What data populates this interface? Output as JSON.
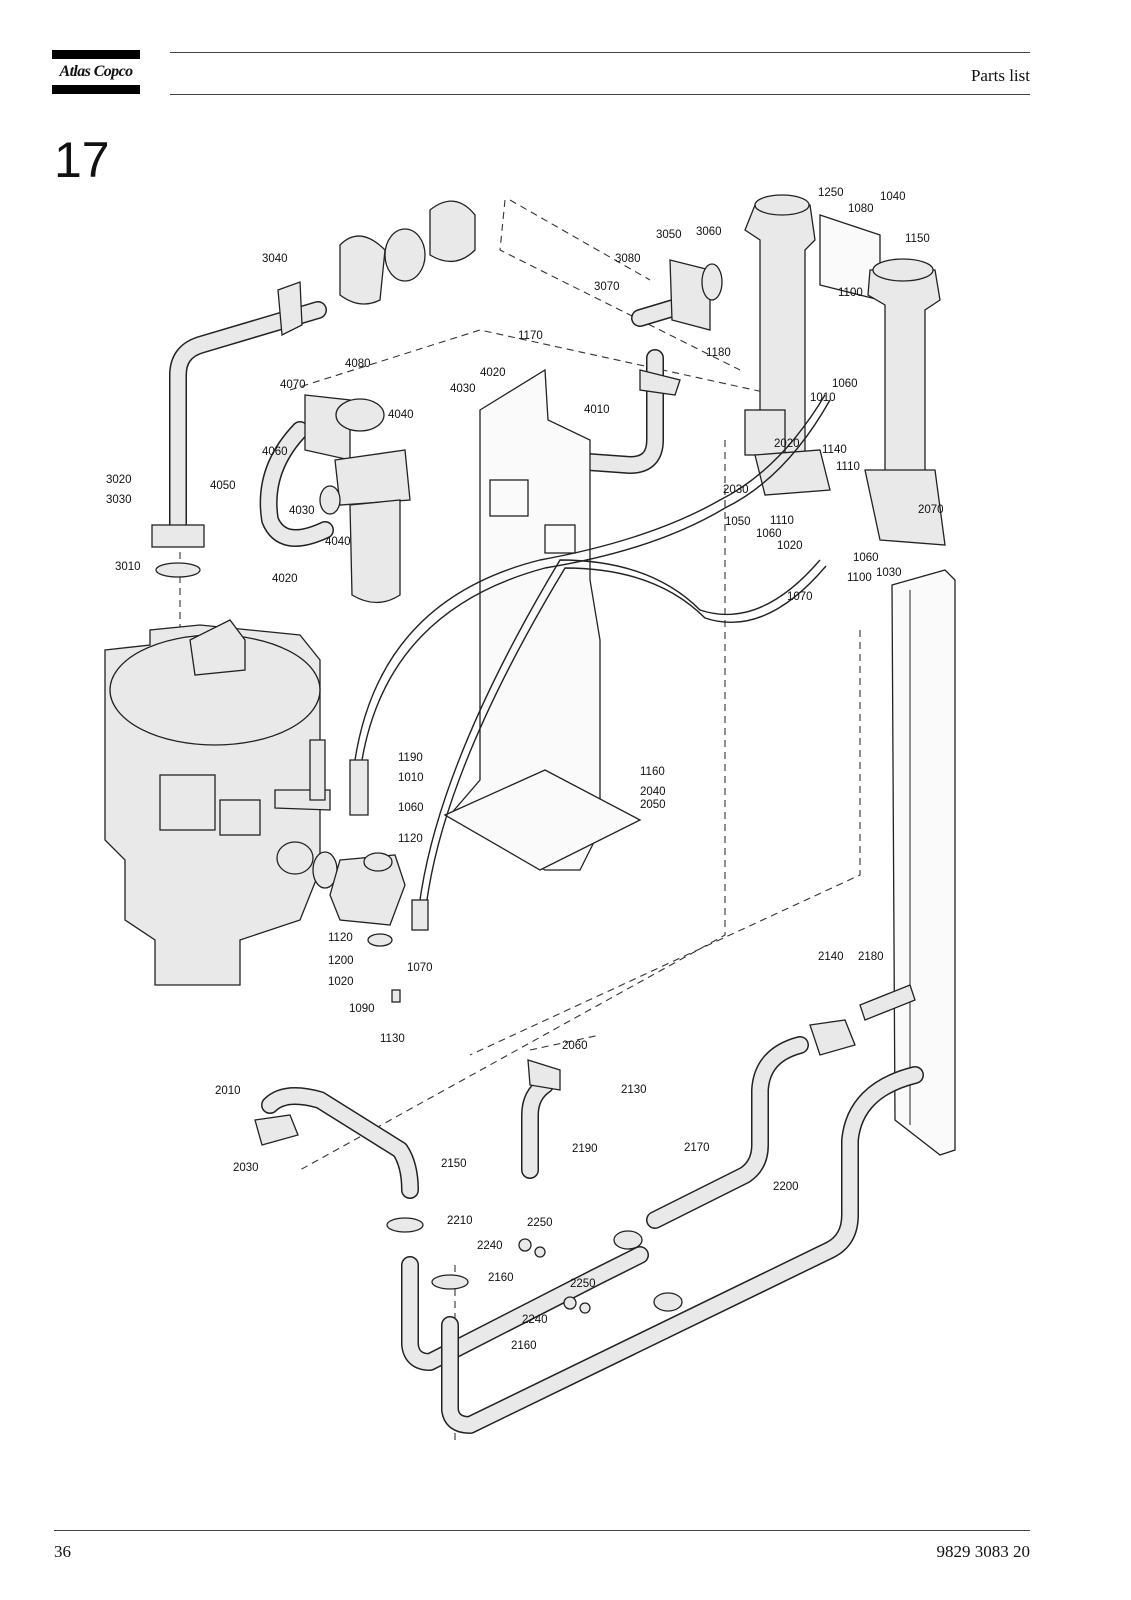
{
  "header": {
    "brand": "Atlas Copco",
    "title": "Parts list"
  },
  "section_number": "17",
  "footer": {
    "page_number": "36",
    "document_number": "9829 3083 20"
  },
  "callouts": [
    {
      "id": "c1250",
      "text": "1250"
    },
    {
      "id": "c1080a",
      "text": "1080"
    },
    {
      "id": "c1040",
      "text": "1040"
    },
    {
      "id": "c1150",
      "text": "1150"
    },
    {
      "id": "c3050",
      "text": "3050"
    },
    {
      "id": "c3060",
      "text": "3060"
    },
    {
      "id": "c3080",
      "text": "3080"
    },
    {
      "id": "c3070",
      "text": "3070"
    },
    {
      "id": "c3040",
      "text": "3040"
    },
    {
      "id": "c1100a",
      "text": "1100"
    },
    {
      "id": "c1180",
      "text": "1180"
    },
    {
      "id": "c1060a",
      "text": "1060"
    },
    {
      "id": "c1010a",
      "text": "1010"
    },
    {
      "id": "c1170",
      "text": "1170"
    },
    {
      "id": "c4080",
      "text": "4080"
    },
    {
      "id": "c4070",
      "text": "4070"
    },
    {
      "id": "c4030a",
      "text": "4030"
    },
    {
      "id": "c4020a",
      "text": "4020"
    },
    {
      "id": "c4040a",
      "text": "4040"
    },
    {
      "id": "c4010",
      "text": "4010"
    },
    {
      "id": "c4060",
      "text": "4060"
    },
    {
      "id": "c2020",
      "text": "2020"
    },
    {
      "id": "c1140",
      "text": "1140"
    },
    {
      "id": "c1110a",
      "text": "1110"
    },
    {
      "id": "c3020",
      "text": "3020"
    },
    {
      "id": "c3030",
      "text": "3030"
    },
    {
      "id": "c4050",
      "text": "4050"
    },
    {
      "id": "c4030b",
      "text": "4030"
    },
    {
      "id": "c4040b",
      "text": "4040"
    },
    {
      "id": "c2030a",
      "text": "2030"
    },
    {
      "id": "c1050",
      "text": "1050"
    },
    {
      "id": "c1110b",
      "text": "1110"
    },
    {
      "id": "c1060b",
      "text": "1060"
    },
    {
      "id": "c2070",
      "text": "2070"
    },
    {
      "id": "c1020a",
      "text": "1020"
    },
    {
      "id": "c1060c",
      "text": "1060"
    },
    {
      "id": "c1100b",
      "text": "1100"
    },
    {
      "id": "c1030",
      "text": "1030"
    },
    {
      "id": "c3010",
      "text": "3010"
    },
    {
      "id": "c4020b",
      "text": "4020"
    },
    {
      "id": "c1070a",
      "text": "1070"
    },
    {
      "id": "c1190",
      "text": "1190"
    },
    {
      "id": "c1010b",
      "text": "1010"
    },
    {
      "id": "c1060d",
      "text": "1060"
    },
    {
      "id": "c1120a",
      "text": "1120"
    },
    {
      "id": "c1160",
      "text": "1160"
    },
    {
      "id": "c2040",
      "text": "2040"
    },
    {
      "id": "c2050",
      "text": "2050"
    },
    {
      "id": "c1120b",
      "text": "1120"
    },
    {
      "id": "c1200",
      "text": "1200"
    },
    {
      "id": "c1070b",
      "text": "1070"
    },
    {
      "id": "c1020b",
      "text": "1020"
    },
    {
      "id": "c1090",
      "text": "1090"
    },
    {
      "id": "c1130",
      "text": "1130"
    },
    {
      "id": "c2140",
      "text": "2140"
    },
    {
      "id": "c2180",
      "text": "2180"
    },
    {
      "id": "c2060",
      "text": "2060"
    },
    {
      "id": "c2130",
      "text": "2130"
    },
    {
      "id": "c2010",
      "text": "2010"
    },
    {
      "id": "c2030b",
      "text": "2030"
    },
    {
      "id": "c2190",
      "text": "2190"
    },
    {
      "id": "c2170",
      "text": "2170"
    },
    {
      "id": "c2150",
      "text": "2150"
    },
    {
      "id": "c2200",
      "text": "2200"
    },
    {
      "id": "c2210",
      "text": "2210"
    },
    {
      "id": "c2250a",
      "text": "2250"
    },
    {
      "id": "c2240a",
      "text": "2240"
    },
    {
      "id": "c2160a",
      "text": "2160"
    },
    {
      "id": "c2250b",
      "text": "2250"
    },
    {
      "id": "c2240b",
      "text": "2240"
    },
    {
      "id": "c2160b",
      "text": "2160"
    }
  ]
}
